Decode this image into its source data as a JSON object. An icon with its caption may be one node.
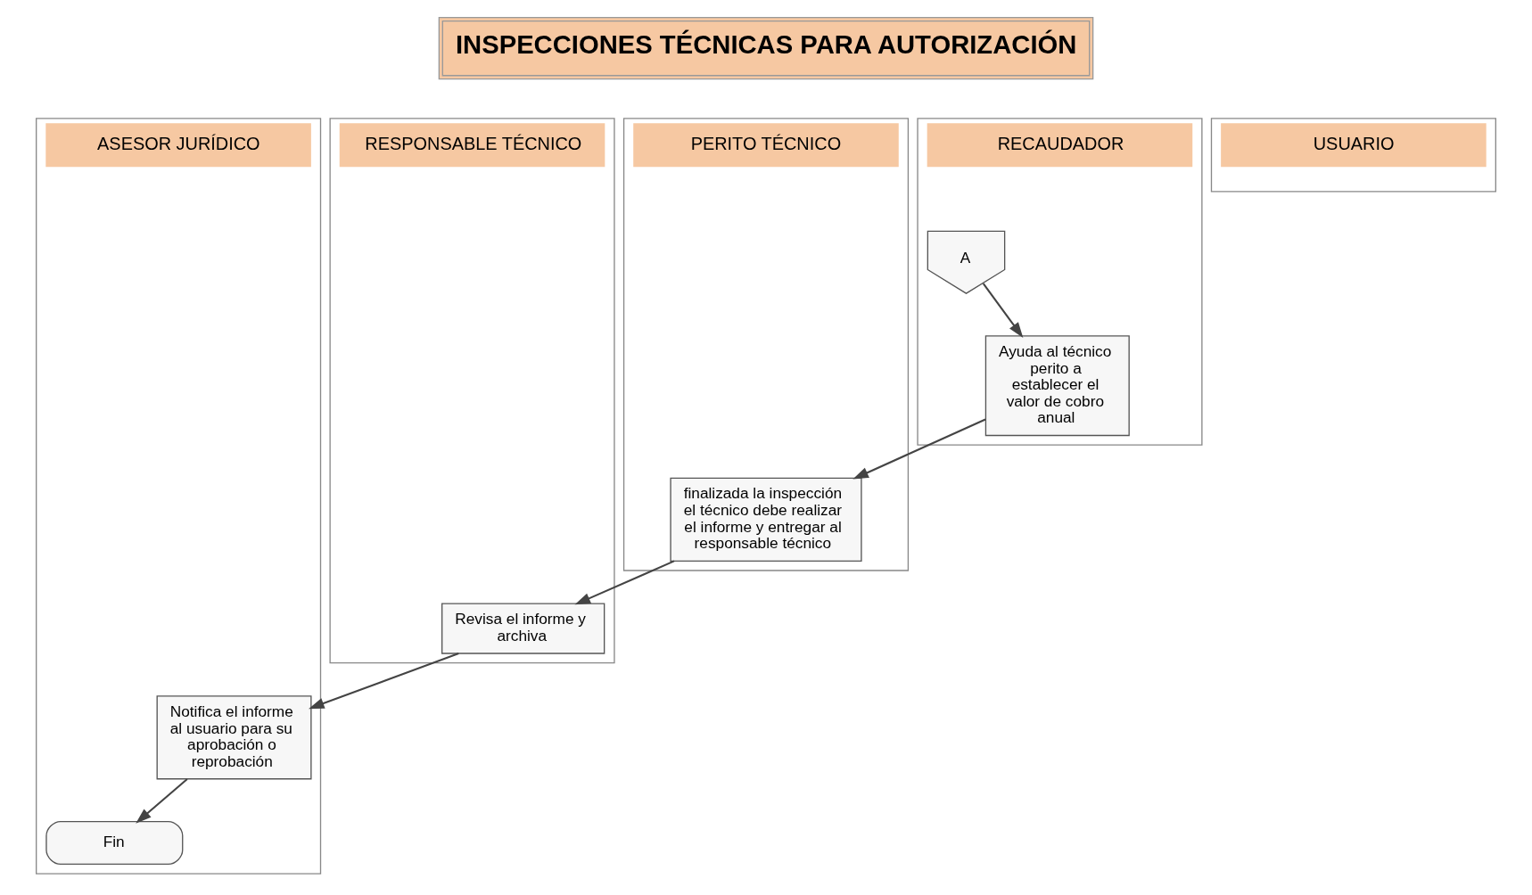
{
  "diagram": {
    "title": "INSPECCIONES TÉCNICAS PARA AUTORIZACIÓN",
    "nodes": [
      {
        "text": [
          "ASESOR JURÍDICO"
        ]
      },
      {
        "text": [
          "PERITO TÉCNICO"
        ]
      },
      {
        "text": [
          "USUARIO"
        ]
      },
      {
        "text": [
          "RECAUDADOR"
        ]
      },
      {
        "text": [
          "RESPONSABLE TÉCNICO"
        ]
      },
      {
        "text": [
          "A"
        ],
        "in": 3
      },
      {
        "text": [
          "Ayuda al técnico perito a establecer el valor de cobro anual"
        ],
        "in": 3
      },
      {
        "text": [
          "finalizada la inspección el técnico debe realizar el informe y entregar al responsable técnico"
        ],
        "in": 1
      },
      {
        "text": [
          "Revisa el informe y archiva"
        ],
        "in": 4
      },
      {
        "text": [
          "Notifica el informe al usuario para su aprobación o reprobación"
        ],
        "in": 0
      },
      {
        "text": [
          "Fin"
        ],
        "in": 0
      }
    ],
    "edges": [
      {
        "from": 5,
        "to": 6,
        "arrow": "to"
      },
      {
        "from": 6,
        "to": 7,
        "arrow": "to"
      },
      {
        "from": 7,
        "to": 8,
        "arrow": "to"
      },
      {
        "from": 8,
        "to": 9,
        "arrow": "to"
      },
      {
        "from": 9,
        "to": 10,
        "arrow": "to"
      }
    ]
  }
}
